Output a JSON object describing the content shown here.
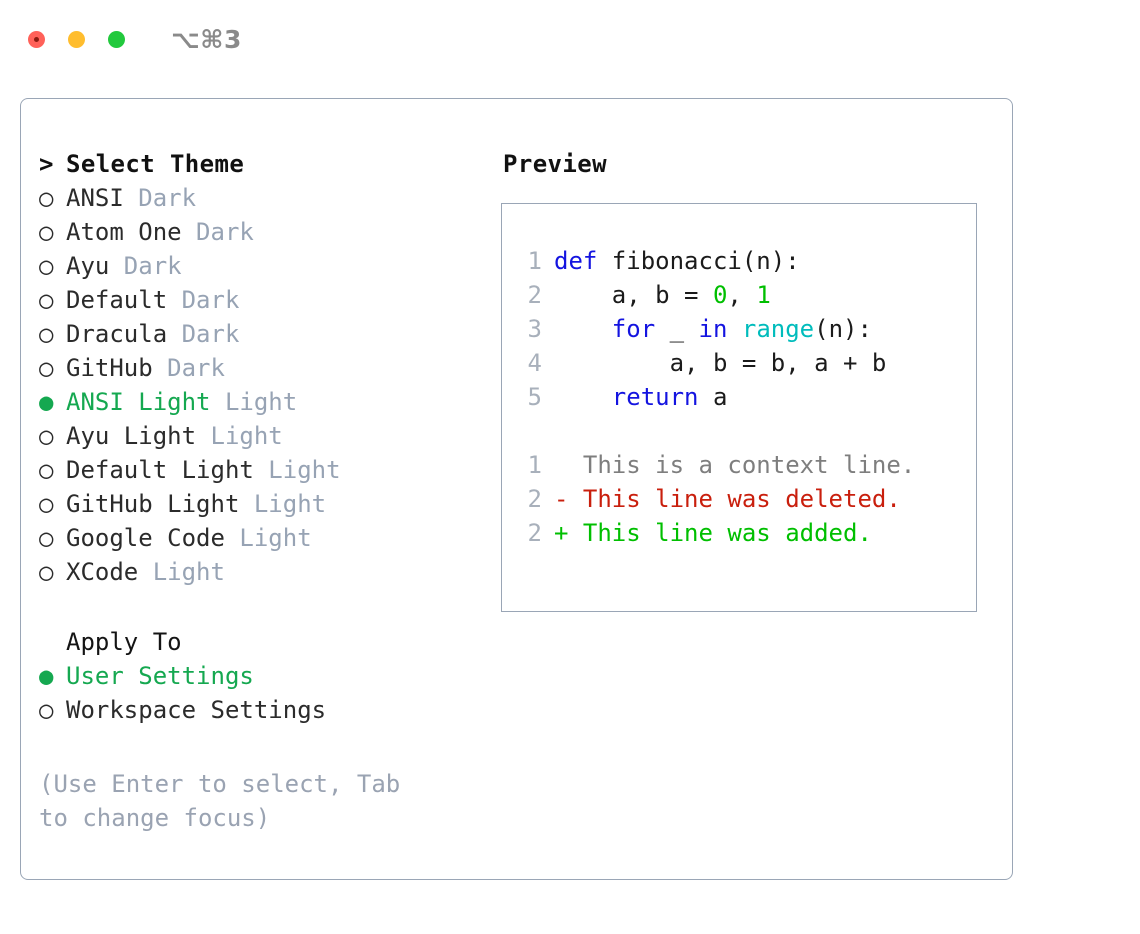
{
  "window": {
    "shortcut_label": "⌥⌘3",
    "traffic_lights": [
      {
        "name": "close",
        "color": "#ff6159"
      },
      {
        "name": "minimize",
        "color": "#ffbd2e"
      },
      {
        "name": "maximize",
        "color": "#22c93d"
      }
    ]
  },
  "theme_picker": {
    "cursor": ">",
    "title": "Select Theme",
    "bullet_selected": "●",
    "bullet_unselected": "○",
    "accent_color": "#15a850",
    "muted_color": "#97a3b4",
    "items": [
      {
        "name": "ANSI",
        "kind": "Dark",
        "selected": false
      },
      {
        "name": "Atom One",
        "kind": "Dark",
        "selected": false
      },
      {
        "name": "Ayu",
        "kind": "Dark",
        "selected": false
      },
      {
        "name": "Default",
        "kind": "Dark",
        "selected": false
      },
      {
        "name": "Dracula",
        "kind": "Dark",
        "selected": false
      },
      {
        "name": "GitHub",
        "kind": "Dark",
        "selected": false
      },
      {
        "name": "ANSI Light",
        "kind": "Light",
        "selected": true
      },
      {
        "name": "Ayu Light",
        "kind": "Light",
        "selected": false
      },
      {
        "name": "Default Light",
        "kind": "Light",
        "selected": false
      },
      {
        "name": "GitHub Light",
        "kind": "Light",
        "selected": false
      },
      {
        "name": "Google Code",
        "kind": "Light",
        "selected": false
      },
      {
        "name": "XCode",
        "kind": "Light",
        "selected": false
      }
    ]
  },
  "apply_to": {
    "title": "Apply To",
    "options": [
      {
        "label": "User Settings",
        "selected": true
      },
      {
        "label": "Workspace Settings",
        "selected": false
      }
    ]
  },
  "hint": "(Use Enter to select, Tab to change focus)",
  "preview": {
    "title": "Preview",
    "code_lines": [
      {
        "number": "1",
        "tokens": [
          {
            "t": "def ",
            "c": "kw"
          },
          {
            "t": "fibonacci(n):",
            "c": "fn"
          }
        ]
      },
      {
        "number": "2",
        "tokens": [
          {
            "t": "    a, b = ",
            "c": "plain"
          },
          {
            "t": "0",
            "c": "num"
          },
          {
            "t": ", ",
            "c": "plain"
          },
          {
            "t": "1",
            "c": "num"
          }
        ]
      },
      {
        "number": "3",
        "tokens": [
          {
            "t": "    ",
            "c": "plain"
          },
          {
            "t": "for",
            "c": "kw"
          },
          {
            "t": " _ ",
            "c": "plain"
          },
          {
            "t": "in",
            "c": "kw"
          },
          {
            "t": " ",
            "c": "plain"
          },
          {
            "t": "range",
            "c": "builtin"
          },
          {
            "t": "(n):",
            "c": "plain"
          }
        ]
      },
      {
        "number": "4",
        "tokens": [
          {
            "t": "        a, b = b, a + b",
            "c": "plain"
          }
        ]
      },
      {
        "number": "5",
        "tokens": [
          {
            "t": "    ",
            "c": "plain"
          },
          {
            "t": "return",
            "c": "kw"
          },
          {
            "t": " a",
            "c": "plain"
          }
        ]
      }
    ],
    "diff_lines": [
      {
        "number": "1",
        "marker": " ",
        "text": "This is a context line.",
        "kind": "ctx"
      },
      {
        "number": "2",
        "marker": "-",
        "text": "This line was deleted.",
        "kind": "del"
      },
      {
        "number": "2",
        "marker": "+",
        "text": "This line was added.",
        "kind": "add"
      }
    ]
  },
  "colors": {
    "keyword": "#1414e0",
    "builtin": "#00bcbc",
    "number": "#00bf00",
    "context": "#7e7e7e",
    "deleted": "#c91f0d",
    "added": "#00bf00",
    "line_number": "#a8b0bb",
    "panel_border": "#9aa6b6"
  }
}
